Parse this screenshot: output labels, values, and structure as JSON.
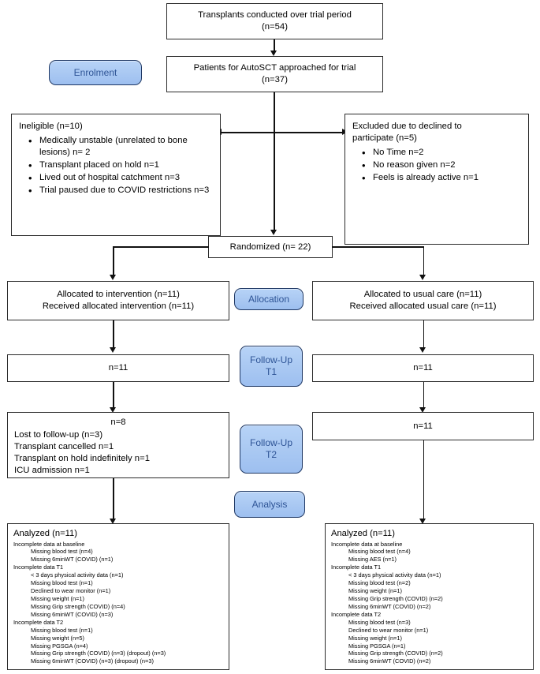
{
  "diagram": {
    "type": "consort-flow-diagram",
    "title": "CONSORT participant flow",
    "accent_badge_fill": "#a9c8f2",
    "accent_badge_border": "#1f3864",
    "accent_badge_text": "#2e5496",
    "box_border": "#2b2b2b",
    "background": "#ffffff"
  },
  "stages": {
    "enrolment": "Enrolment",
    "allocation": "Allocation",
    "followup_t1": "Follow-Up\nT1",
    "followup_t1_line1": "Follow-Up",
    "followup_t1_line2": "T1",
    "followup_t2_line1": "Follow-Up",
    "followup_t2_line2": "T2",
    "analysis": "Analysis"
  },
  "boxes": {
    "transplants": {
      "line1": "Transplants conducted over trial period",
      "line2": "(n=54)"
    },
    "approached": {
      "line1": "Patients for AutoSCT approached for trial",
      "line2": "(n=37)"
    },
    "ineligible": {
      "header": "Ineligible (n=10)",
      "items": [
        "Medically unstable (unrelated to bone lesions) n= 2",
        "Transplant placed on hold n=1",
        "Lived out of hospital catchment n=3",
        "Trial paused due to COVID restrictions n=3"
      ]
    },
    "excluded": {
      "header_line1": "Excluded due to declined to",
      "header_line2": "participate (n=5)",
      "items": [
        "No Time n=2",
        "No reason given n=2",
        "Feels is already active n=1"
      ]
    },
    "randomized": {
      "label": "Randomized (n= 22)"
    },
    "allocated_intervention": {
      "line1": "Allocated to intervention (n=11)",
      "line2": "Received allocated intervention (n=11)"
    },
    "allocated_usual_care": {
      "line1": "Allocated to usual care (n=11)",
      "line2": "Received allocated usual care (n=11)"
    },
    "t1_intervention": {
      "label": "n=11"
    },
    "t1_usual_care": {
      "label": "n=11"
    },
    "t2_intervention": {
      "count": "n=8",
      "lines": [
        "Lost to follow-up (n=3)",
        "Transplant cancelled n=1",
        "Transplant on hold indefinitely n=1",
        "ICU admission n=1"
      ]
    },
    "t2_usual_care": {
      "label": "n=11"
    },
    "analyzed_intervention": {
      "title": "Analyzed (n=11)",
      "groups": [
        {
          "heading": "Incomplete data at baseline",
          "items": [
            "Missing blood test (n=4)",
            "Missing 6minWT (COVID) (n=1)"
          ]
        },
        {
          "heading": "Incomplete data T1",
          "items": [
            "< 3 days physical activity data (n=1)",
            "Missing blood test (n=1)",
            "Declined to wear monitor (n=1)",
            "Missing weight (n=1)",
            "Missing Grip strength (COVID) (n=4)",
            "Missing 6minWT (COVID) (n=3)"
          ]
        },
        {
          "heading": "Incomplete data T2",
          "items": [
            "Missing blood test (n=1)",
            "Missing weight (n=5)",
            "Missing PGSGA (n=4)",
            "Missing Grip strength (COVID) (n=3) (dropout) (n=3)",
            "Missing 6minWT (COVID) (n=3) (dropout) (n=3)"
          ]
        }
      ]
    },
    "analyzed_usual_care": {
      "title": "Analyzed (n=11)",
      "groups": [
        {
          "heading": "Incomplete data at baseline",
          "items": [
            "Missing blood test (n=4)",
            "Missing AES (n=1)"
          ]
        },
        {
          "heading": "Incomplete data T1",
          "items": [
            "< 3 days physical activity data (n=1)",
            "Missing blood test (n=2)",
            "Missing weight (n=1)",
            "Missing Grip strength (COVID) (n=2)",
            "Missing 6minWT (COVID) (n=2)"
          ]
        },
        {
          "heading": "Incomplete data T2",
          "items": [
            "Missing blood test (n=3)",
            "Declined to wear monitor (n=1)",
            "Missing weight (n=1)",
            "Missing PGSGA (n=1)",
            "Missing Grip strength (COVID) (n=2)",
            "Missing 6minWT (COVID) (n=2)"
          ]
        }
      ]
    }
  }
}
